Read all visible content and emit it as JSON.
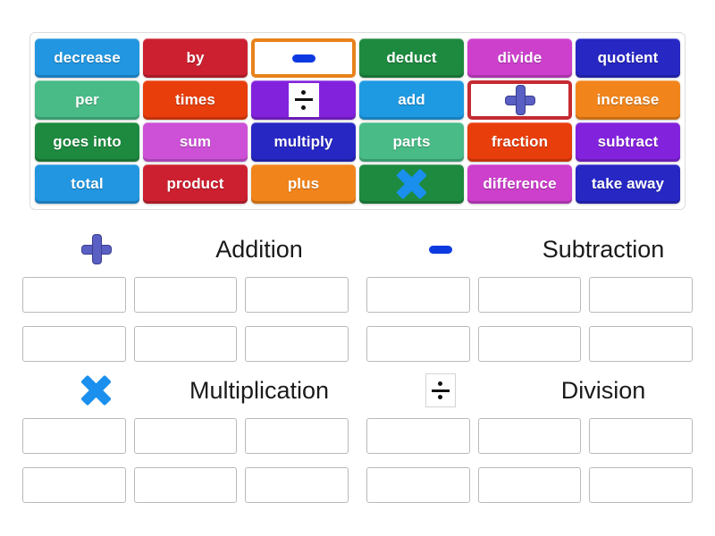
{
  "tile_bank": {
    "name": "word-tile-bank",
    "tiles": [
      {
        "label": "decrease",
        "icon": null,
        "bg": "#2296e0",
        "style": "solid"
      },
      {
        "label": "by",
        "icon": null,
        "bg": "#cc2030",
        "style": "solid"
      },
      {
        "label": "",
        "icon": "minus",
        "bg": "#ffffff",
        "style": "framed-orange"
      },
      {
        "label": "deduct",
        "icon": null,
        "bg": "#1d8a3f",
        "style": "solid"
      },
      {
        "label": "divide",
        "icon": null,
        "bg": "#cc40cc",
        "style": "solid"
      },
      {
        "label": "quotient",
        "icon": null,
        "bg": "#2727c4",
        "style": "solid"
      },
      {
        "label": "per",
        "icon": null,
        "bg": "#48bb87",
        "style": "solid"
      },
      {
        "label": "times",
        "icon": null,
        "bg": "#e83e0c",
        "style": "solid"
      },
      {
        "label": "",
        "icon": "divide-white-box",
        "bg": "#8322dd",
        "style": "solid"
      },
      {
        "label": "add",
        "icon": null,
        "bg": "#1e9ae2",
        "style": "solid"
      },
      {
        "label": "",
        "icon": "plus",
        "bg": "#ffffff",
        "style": "framed-crimson"
      },
      {
        "label": "increase",
        "icon": null,
        "bg": "#f1851b",
        "style": "solid"
      },
      {
        "label": "goes into",
        "icon": null,
        "bg": "#1d8a3f",
        "style": "solid"
      },
      {
        "label": "sum",
        "icon": null,
        "bg": "#cc51d6",
        "style": "solid"
      },
      {
        "label": "multiply",
        "icon": null,
        "bg": "#2727c4",
        "style": "solid"
      },
      {
        "label": "parts",
        "icon": null,
        "bg": "#48bb87",
        "style": "solid"
      },
      {
        "label": "fraction",
        "icon": null,
        "bg": "#e83e0c",
        "style": "solid"
      },
      {
        "label": "subtract",
        "icon": null,
        "bg": "#8322dd",
        "style": "solid"
      },
      {
        "label": "total",
        "icon": null,
        "bg": "#2296e0",
        "style": "solid"
      },
      {
        "label": "product",
        "icon": null,
        "bg": "#cc2030",
        "style": "solid"
      },
      {
        "label": "plus",
        "icon": null,
        "bg": "#f1851b",
        "style": "solid"
      },
      {
        "label": "",
        "icon": "cross",
        "bg": "#1d8a3f",
        "style": "solid"
      },
      {
        "label": "difference",
        "icon": null,
        "bg": "#cc40cc",
        "style": "solid"
      },
      {
        "label": "take away",
        "icon": null,
        "bg": "#2727c4",
        "style": "solid"
      }
    ]
  },
  "categories": [
    {
      "title": "Addition",
      "icon": "plus",
      "drop_zones": [
        "",
        "",
        "",
        "",
        "",
        ""
      ]
    },
    {
      "title": "Subtraction",
      "icon": "minus",
      "drop_zones": [
        "",
        "",
        "",
        "",
        "",
        ""
      ]
    },
    {
      "title": "Multiplication",
      "icon": "cross",
      "drop_zones": [
        "",
        "",
        "",
        "",
        "",
        ""
      ]
    },
    {
      "title": "Division",
      "icon": "divide-box",
      "drop_zones": [
        "",
        "",
        "",
        "",
        "",
        ""
      ]
    }
  ],
  "colors": {
    "page_background": "#ffffff",
    "bank_border": "#dcdcdc",
    "zone_border": "#b9b9b9",
    "title_text": "#1a1a1a",
    "plus_icon": "#5a5fc4",
    "minus_icon": "#0d3ae0",
    "cross_icon": "#1a8fed",
    "divide_icon": "#111111"
  }
}
